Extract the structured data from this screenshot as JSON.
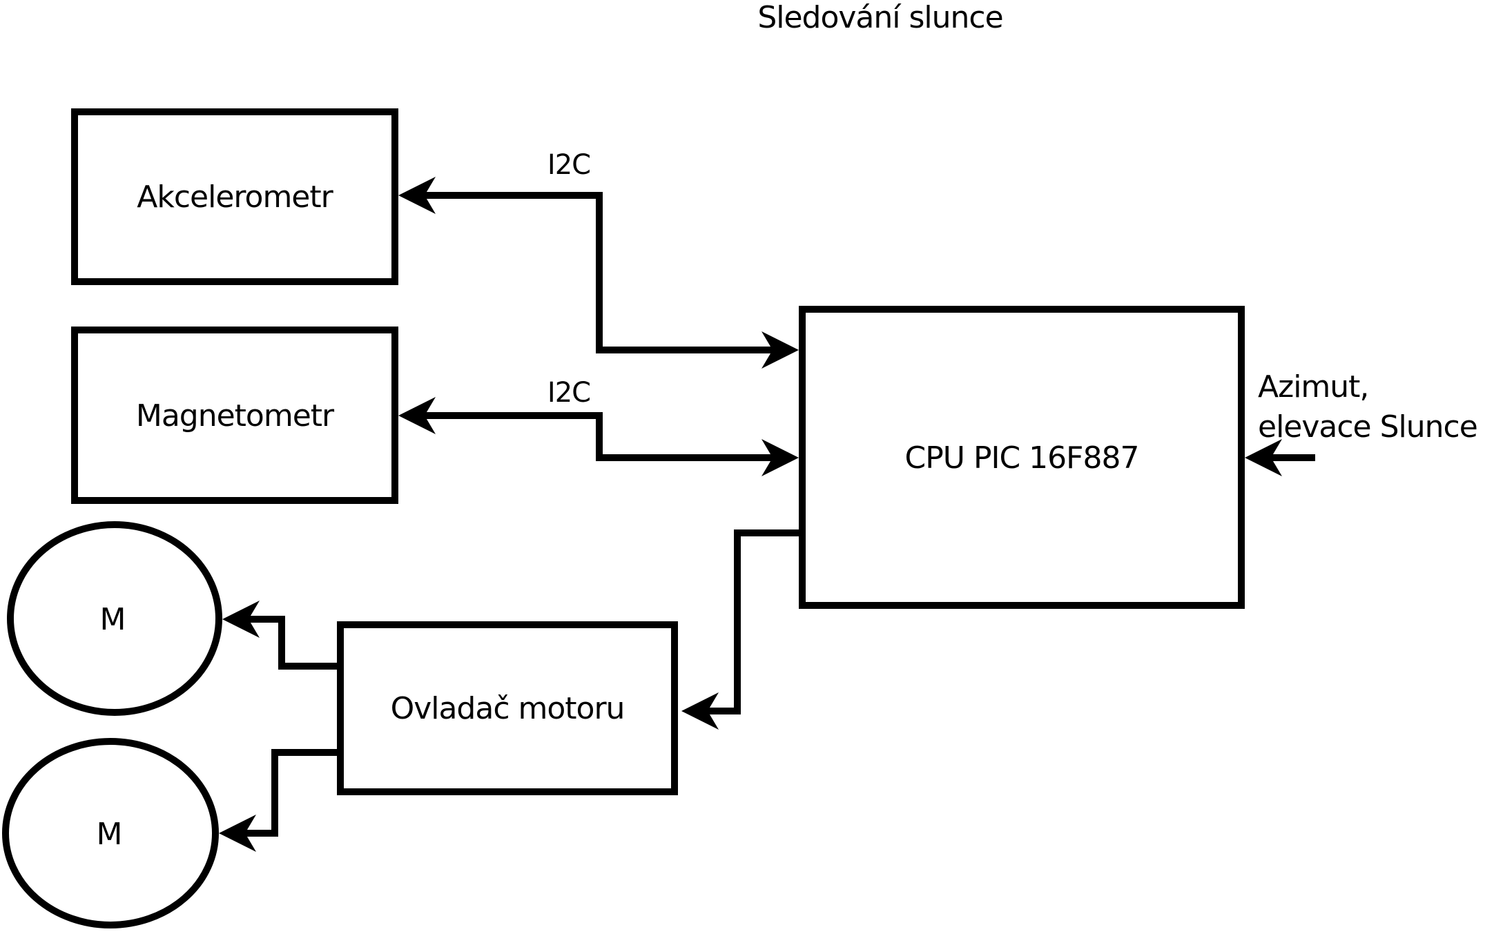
{
  "title": "Sledování slunce",
  "colors": {
    "background": "#ffffff",
    "stroke": "#000000",
    "text": "#000000"
  },
  "blocks": {
    "akcelerometr": {
      "label": "Akcelerometr"
    },
    "magnetometr": {
      "label": "Magnetometr"
    },
    "cpu": {
      "label": "CPU PIC 16F887"
    },
    "ovladac": {
      "label": "Ovladač motoru"
    },
    "motor1": {
      "label": "M"
    },
    "motor2": {
      "label": "M"
    }
  },
  "connections": {
    "i2c_akcelerometr": {
      "label": "I2C"
    },
    "i2c_magnetometr": {
      "label": "I2C"
    },
    "azimut": {
      "label_line1": "Azimut,",
      "label_line2": "elevace Slunce"
    }
  }
}
